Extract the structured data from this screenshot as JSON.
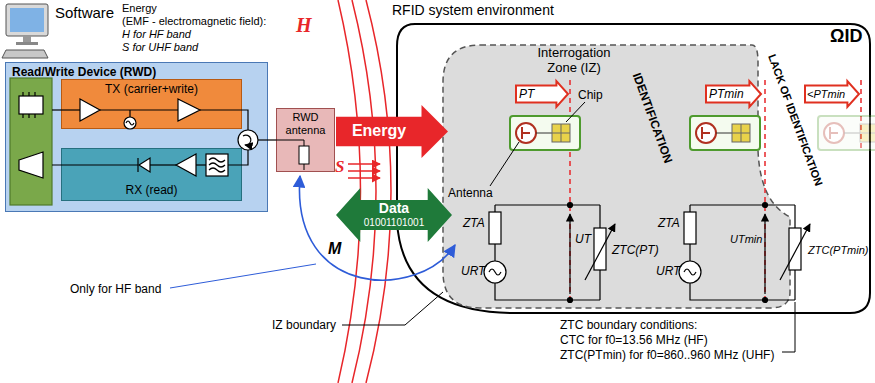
{
  "diagram": {
    "nodes": [
      {
        "text": [
          "Read/Write Device (RWD)"
        ]
      },
      {
        "text": [
          "TX (carrier+write)"
        ],
        "in": 0
      },
      {
        "text": [
          "RX (read)"
        ],
        "in": 0
      },
      {
        "text": [
          "RWD antenna"
        ]
      },
      {
        "text": [
          "Energy"
        ]
      },
      {
        "text": [
          "Data",
          "01001101001"
        ]
      },
      {
        "text": [
          "RFID system environment",
          "ΩID"
        ]
      },
      {
        "text": [
          "Interrogation Zone (IZ)"
        ],
        "in": 6
      },
      {
        "text": [
          "PT"
        ],
        "in": 7
      },
      {
        "text": [
          "PTmin"
        ],
        "in": 7
      },
      {
        "text": [
          "<PTmin"
        ],
        "in": 6
      }
    ],
    "edges": [
      {
        "from": 0,
        "to": 3,
        "arrow": "none"
      }
    ],
    "labels": [
      "Software",
      "Energy",
      "(EMF - electromagnetic field):",
      "H for HF band",
      "S for UHF band",
      "H",
      "S",
      "IDENTIFICATION",
      "LACK OF IDENTIFICATION",
      "Chip",
      "Antenna",
      "ZTA",
      "UT",
      "URT",
      "ZTC(PT)",
      "ZTA",
      "UTmin",
      "URT",
      "ZTC(PTmin)",
      "Only for HF band",
      "M",
      "IZ boundary",
      "ZTC boundary conditions:",
      "CTC for f0=13.56 MHz (HF)",
      "ZTC(PTmin) for f0=860..960 MHz (UHF)"
    ]
  }
}
